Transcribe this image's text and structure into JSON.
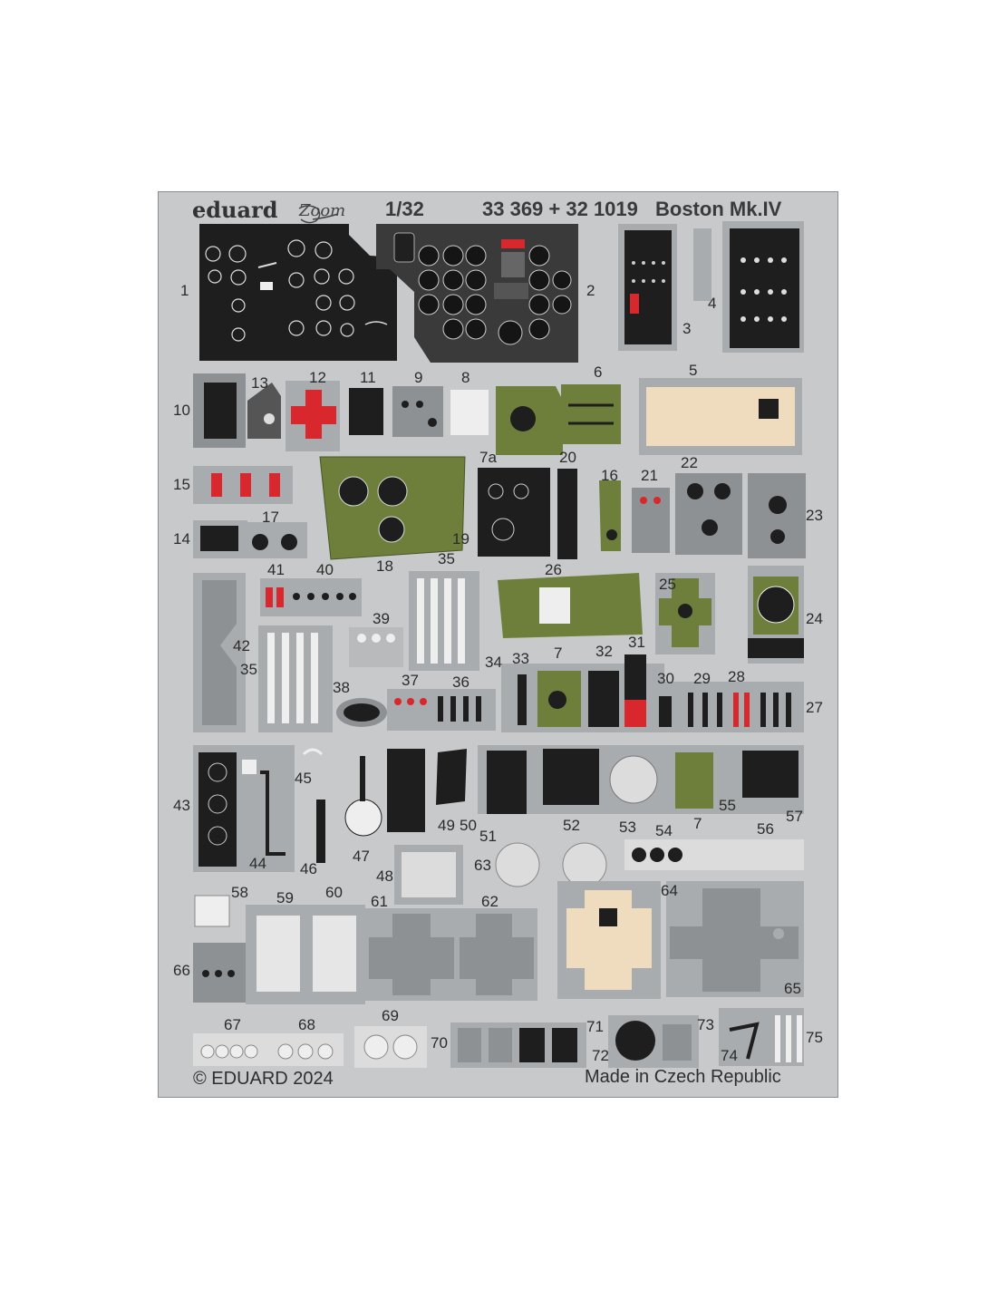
{
  "header": {
    "brand": "eduard",
    "zoom_logo": "Zoom",
    "scale": "1/32",
    "codes": "33 369 + 32 1019",
    "title": "Boston Mk.IV"
  },
  "footer": {
    "copyright": "© EDUARD 2024",
    "origin": "Made in Czech Republic"
  },
  "part_numbers": [
    "1",
    "2",
    "3",
    "4",
    "5",
    "6",
    "7",
    "7",
    "7",
    "7a",
    "8",
    "9",
    "10",
    "11",
    "12",
    "13",
    "14",
    "15",
    "16",
    "17",
    "18",
    "19",
    "20",
    "21",
    "22",
    "23",
    "24",
    "25",
    "26",
    "27",
    "28",
    "29",
    "30",
    "31",
    "32",
    "33",
    "34",
    "35",
    "35",
    "36",
    "37",
    "38",
    "39",
    "40",
    "41",
    "42",
    "43",
    "44",
    "45",
    "46",
    "47",
    "48",
    "49",
    "50",
    "51",
    "52",
    "53",
    "54",
    "55",
    "56",
    "57",
    "58",
    "59",
    "60",
    "61",
    "62",
    "63",
    "64",
    "65",
    "66",
    "67",
    "68",
    "69",
    "70",
    "71",
    "72",
    "73",
    "74",
    "75"
  ],
  "colors": {
    "fret": "#c7c9cb",
    "panel_black": "#1e1e1e",
    "interior_green": "#6d7f3a",
    "warning_red": "#d8282e",
    "leather_beige": "#efdcbf",
    "grey_part": "#8e9194",
    "light_part": "#e8e8e8"
  }
}
